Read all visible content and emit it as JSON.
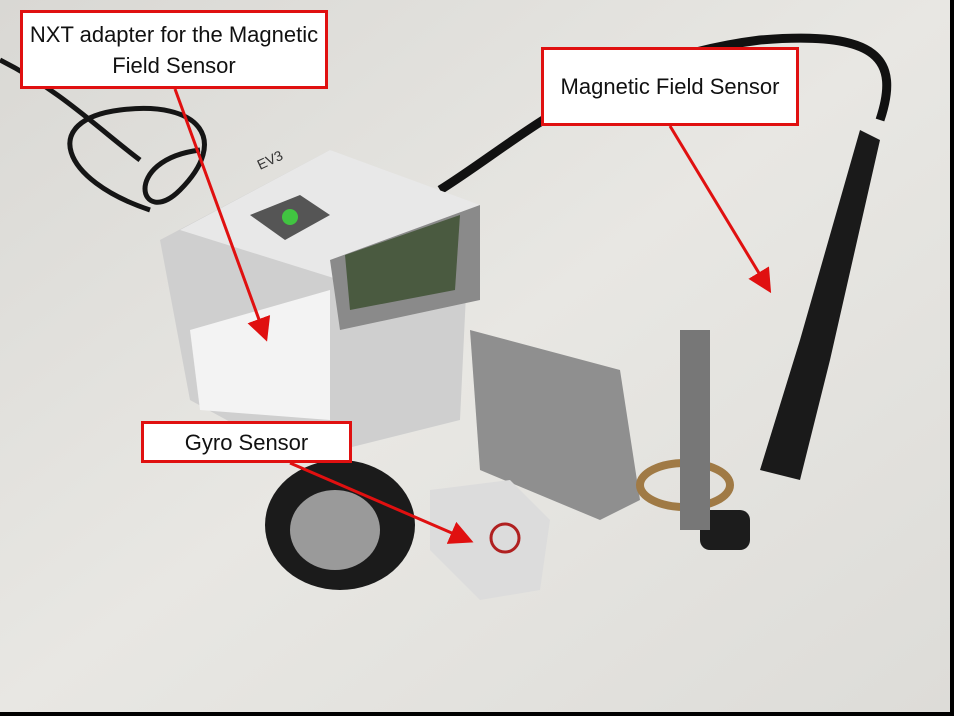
{
  "labels": {
    "nxt_adapter": "NXT adapter for the Magnetic Field Sensor",
    "magnetic_sensor": "Magnetic Field Sensor",
    "gyro_sensor": "Gyro Sensor"
  },
  "brick_logo": "EV3",
  "colors": {
    "annotation": "#e01010",
    "background": "#e6e5e2"
  }
}
